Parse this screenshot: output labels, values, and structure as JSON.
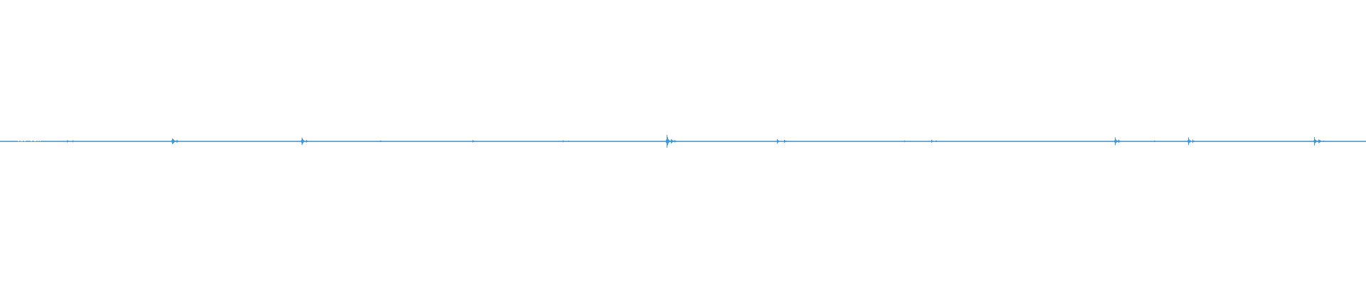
{
  "waveform": {
    "color": "#3a9be0",
    "background": "#ffffff",
    "peaks": [
      {
        "at": 0.003,
        "amp": 0.02
      },
      {
        "at": 0.008,
        "amp": 0.02
      },
      {
        "at": 0.049,
        "amp": 0.1
      },
      {
        "at": 0.053,
        "amp": 0.08
      },
      {
        "at": 0.126,
        "amp": 0.3
      },
      {
        "at": 0.129,
        "amp": 0.12
      },
      {
        "at": 0.221,
        "amp": 0.32
      },
      {
        "at": 0.224,
        "amp": 0.1
      },
      {
        "at": 0.278,
        "amp": 0.08
      },
      {
        "at": 0.346,
        "amp": 0.1
      },
      {
        "at": 0.412,
        "amp": 0.08
      },
      {
        "at": 0.416,
        "amp": 0.05
      },
      {
        "at": 0.488,
        "amp": 0.5
      },
      {
        "at": 0.491,
        "amp": 0.22
      },
      {
        "at": 0.494,
        "amp": 0.1
      },
      {
        "at": 0.569,
        "amp": 0.18
      },
      {
        "at": 0.574,
        "amp": 0.14
      },
      {
        "at": 0.662,
        "amp": 0.08
      },
      {
        "at": 0.666,
        "amp": 0.06
      },
      {
        "at": 0.682,
        "amp": 0.1
      },
      {
        "at": 0.685,
        "amp": 0.08
      },
      {
        "at": 0.816,
        "amp": 0.3
      },
      {
        "at": 0.819,
        "amp": 0.12
      },
      {
        "at": 0.845,
        "amp": 0.08
      },
      {
        "at": 0.87,
        "amp": 0.3
      },
      {
        "at": 0.873,
        "amp": 0.12
      },
      {
        "at": 0.962,
        "amp": 0.3
      },
      {
        "at": 0.965,
        "amp": 0.2
      },
      {
        "at": 0.969,
        "amp": 0.08
      }
    ]
  }
}
